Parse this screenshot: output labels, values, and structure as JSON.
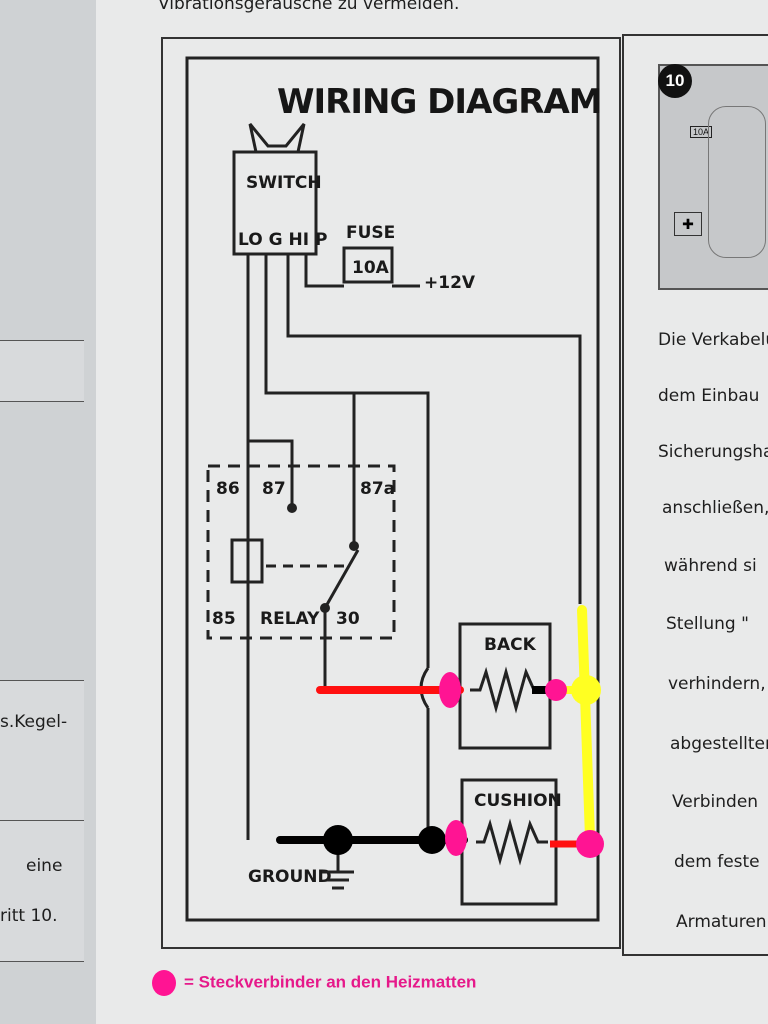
{
  "top_text": "Vibrationsgeräusche zu vermeiden.",
  "left_texts": [
    "s.Kegel-",
    "eine",
    "ritt 10."
  ],
  "diagram": {
    "title": "WIRING DIAGRAM",
    "switch_label": "SWITCH",
    "switch_pins": "LO G HI P",
    "fuse_label": "FUSE",
    "fuse_value": "10A",
    "supply": "+12V",
    "relay_pins": [
      "86",
      "87",
      "87a",
      "85",
      "30"
    ],
    "relay_label": "RELAY",
    "back_label": "BACK",
    "cushion_label": "CUSHION",
    "ground_label": "GROUND"
  },
  "figure": {
    "step_number": "10",
    "fuse_tag": "10A"
  },
  "right_texts": [
    "Die Verkabelu",
    "dem Einbau",
    "Sicherungsha",
    "anschließen,",
    "während si",
    "Stellung \"",
    "verhindern,",
    "abgestellter",
    "Verbinden",
    "dem feste",
    "Armaturen"
  ],
  "legend": {
    "text": "= Steckverbinder an den Heizmatten",
    "color": "#ff1493"
  },
  "colors": {
    "red_wire": "#ff1010",
    "yellow_wire": "#ffff22",
    "black_wire": "#000000",
    "connector": "#ff1493"
  }
}
